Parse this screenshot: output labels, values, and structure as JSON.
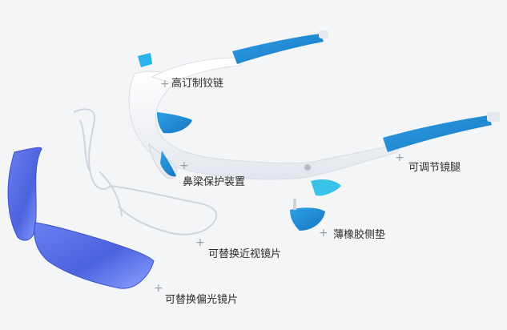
{
  "labels": {
    "hinge": "高订制铰链",
    "nose_bridge": "鼻梁保护装置",
    "myopia_lens": "可替换近视镜片",
    "polarized_lens": "可替换偏光镜片",
    "temple": "可调节镜腿",
    "rubber_pad": "薄橡胶侧垫"
  },
  "marker_symbol": "+",
  "colors": {
    "background": "#f4f5f7",
    "frame": "#ffffff",
    "frame_shadow": "#d9dde3",
    "accent_blue": "#1f8fd6",
    "lens_blue": "#5a73e6",
    "lens_light": "#a9b8ff",
    "wire": "#cfd5de",
    "text": "#2b2b2b",
    "marker": "#9a9ea6"
  }
}
